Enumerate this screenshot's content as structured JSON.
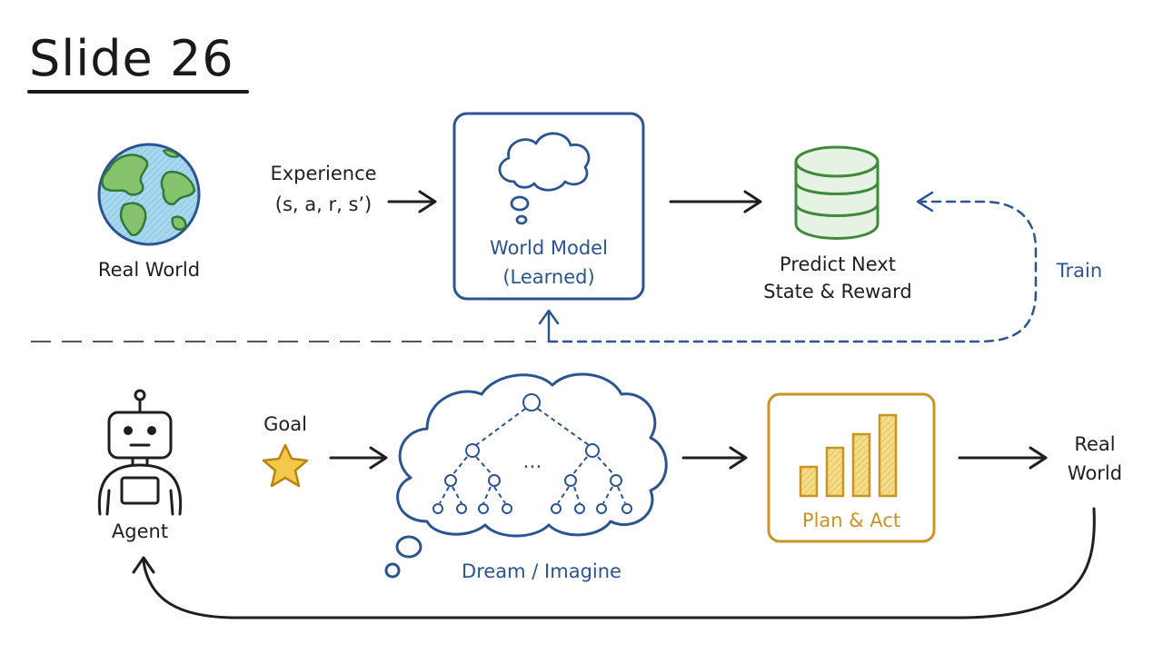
{
  "slide": {
    "title": "Slide 26"
  },
  "top_row": {
    "real_world_label": "Real World",
    "experience_line1": "Experience",
    "experience_line2": "(s, a, r, s’)",
    "world_model_line1": "World Model",
    "world_model_line2": "(Learned)",
    "predict_line1": "Predict Next",
    "predict_line2": "State & Reward",
    "train_label": "Train"
  },
  "bottom_row": {
    "agent_label": "Agent",
    "goal_label": "Goal",
    "tree_ellipsis": "...",
    "dream_label": "Dream / Imagine",
    "plan_label": "Plan & Act",
    "real_world_line1": "Real",
    "real_world_line2": "World",
    "plan_chart_levels": [
      0.3,
      0.5,
      0.65,
      0.85
    ]
  },
  "colors": {
    "ink": "#1f1f1f",
    "blue": "#2c5491",
    "green": "#3e8a3a",
    "gold": "#c99520",
    "gold_fill": "#f3dd8a",
    "earth_ocean": "#9fd0ea",
    "earth_land": "#86c26c",
    "star": "#f2c94c"
  },
  "icons": [
    "earth-icon",
    "thought-cloud-icon",
    "database-icon",
    "robot-icon",
    "star-icon",
    "bar-chart-icon"
  ]
}
